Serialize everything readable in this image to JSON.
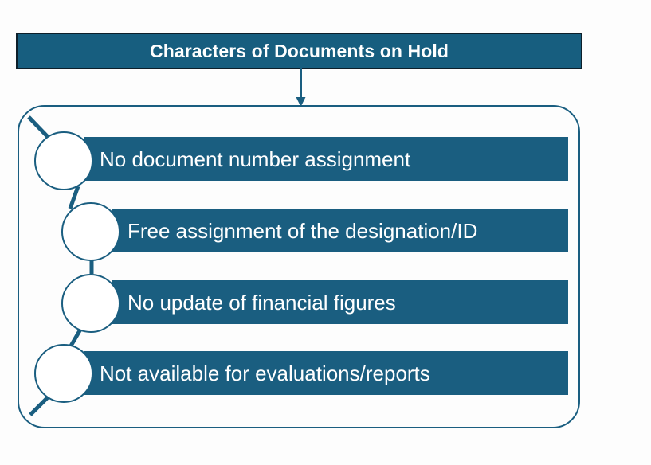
{
  "theme": {
    "accent": "#1A5E80",
    "title_bg": "#175E7F",
    "title_border": "#0d1f2a",
    "text_on_accent": "#ffffff",
    "background": "#ffffff"
  },
  "header": {
    "title": "Characters of Documents on Hold"
  },
  "flow": {
    "arrow": "down-arrow-icon",
    "container": "rounded-group-container"
  },
  "items": [
    {
      "id": 1,
      "label": "No document number assignment"
    },
    {
      "id": 2,
      "label": "Free assignment of the designation/ID"
    },
    {
      "id": 3,
      "label": "No update of financial figures"
    },
    {
      "id": 4,
      "label": "Not available for evaluations/reports"
    }
  ]
}
